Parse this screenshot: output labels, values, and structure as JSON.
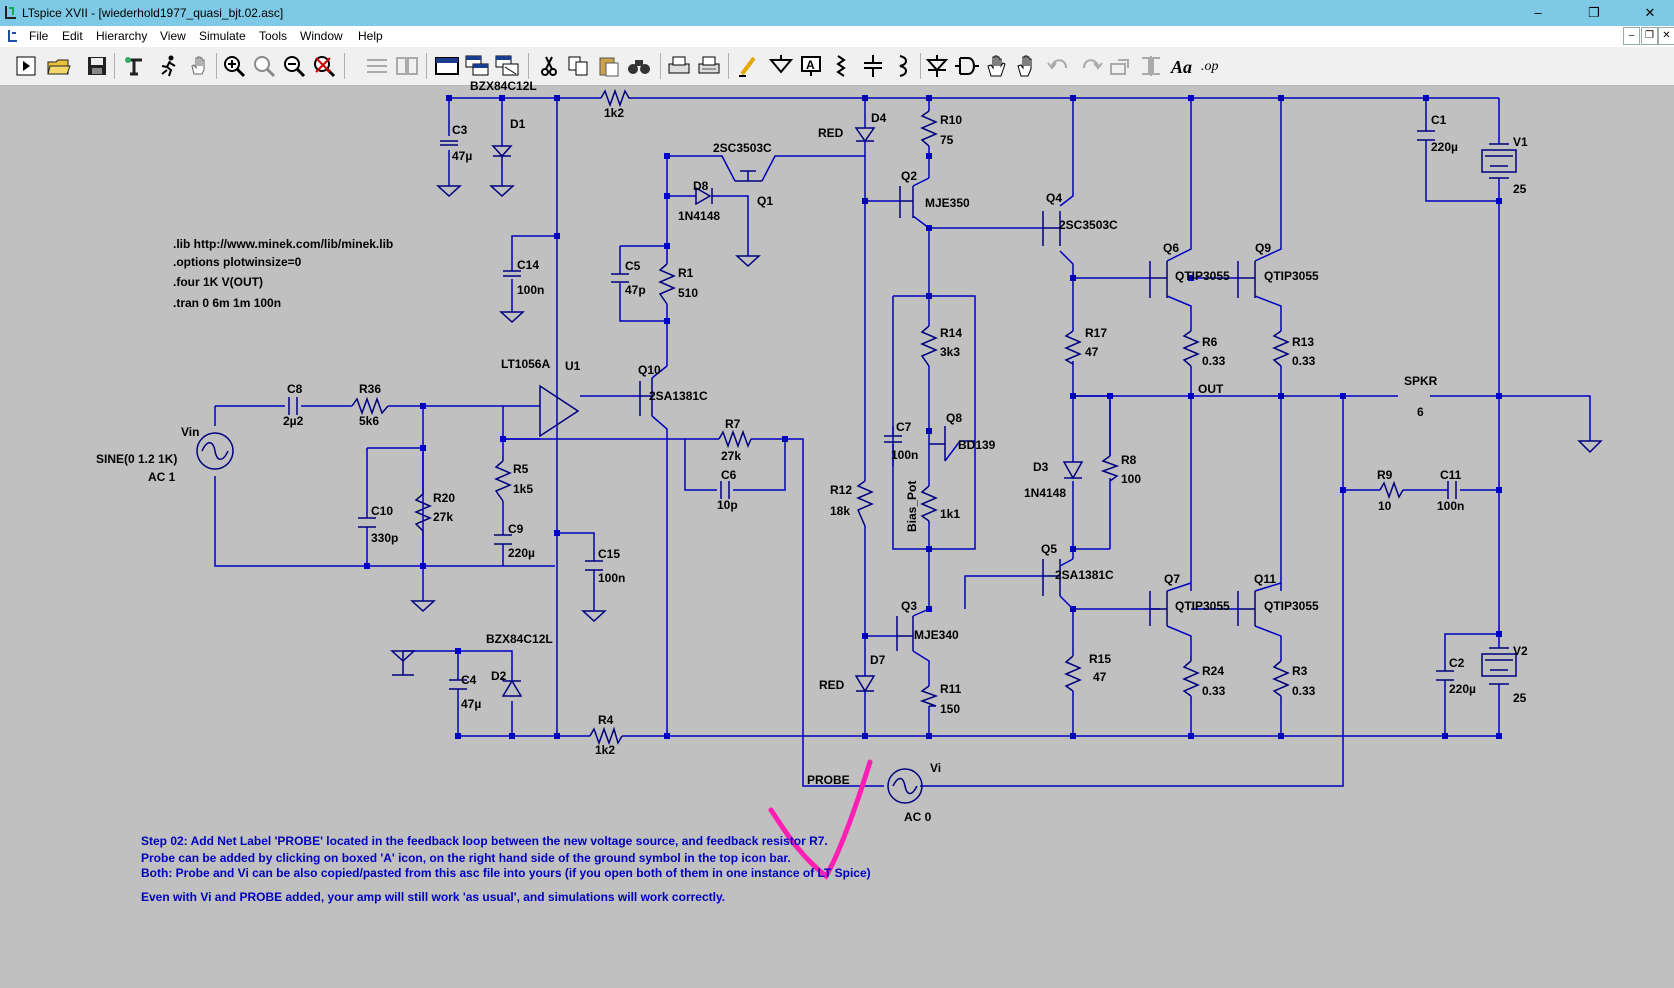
{
  "window": {
    "title": "LTspice XVII - [wiederhold1977_quasi_bjt.02.asc]",
    "minimize": "–",
    "restore": "❐",
    "close": "✕"
  },
  "menu": {
    "items": [
      "File",
      "Edit",
      "Hierarchy",
      "View",
      "Simulate",
      "Tools",
      "Window",
      "Help"
    ],
    "mdi_buttons": [
      "–",
      "❐",
      "✕"
    ]
  },
  "toolbar": {
    "buttons": [
      "run-icon",
      "open-icon",
      "save-icon",
      "control-panel-icon",
      "run-sim-icon",
      "pan-icon",
      "zoom-in-icon",
      "zoom-area-icon",
      "zoom-out-icon",
      "zoom-fit-icon",
      "tile-h-icon",
      "tile-v-icon",
      "cascade-icon",
      "close-all-icon",
      "cut-icon",
      "copy-icon",
      "paste-icon",
      "find-icon",
      "print-icon",
      "print-setup-icon",
      "draw-wire-icon",
      "ground-icon",
      "label-net-icon",
      "resistor-icon",
      "capacitor-icon",
      "inductor-icon",
      "diode-icon",
      "component-icon",
      "move-icon",
      "drag-icon",
      "undo-icon",
      "redo-icon",
      "rotate-icon",
      "mirror-icon",
      "text-icon",
      "spice-directive-icon"
    ]
  },
  "colors": {
    "canvas_bg": "#c0c0c0",
    "wire": "#0000c0",
    "component": "#000080",
    "junction": "#0000c0",
    "note_text": "#0000c0",
    "annotation": "#ff1fb4",
    "titlebar": "#7ecae6"
  },
  "directives": [
    ".lib http://www.minek.com/lib/minek.lib",
    ".options plotwinsize=0",
    ".four 1K V(OUT)",
    ".tran 0 6m 1m 100n"
  ],
  "labels": {
    "bzx_top": "BZX84C12L",
    "r_top": "1k2",
    "d4": "D4",
    "red_top": "RED",
    "r10": "R10",
    "r10v": "75",
    "c1": "C1",
    "c1v": "220µ",
    "v1": "V1",
    "v1v": "25",
    "c3": "C3",
    "c3v": "47µ",
    "d1": "D1",
    "q2m": "2SC3503C",
    "d8": "D8",
    "d8v": "1N4148",
    "q1": "Q1",
    "q2": "Q2",
    "q2v": "MJE350",
    "q4": "Q4",
    "q4v": "2SC3503C",
    "c14": "C14",
    "c14v": "100n",
    "c5": "C5",
    "c5v": "47p",
    "r1": "R1",
    "r1v": "510",
    "q6": "Q6",
    "q6v": "QTIP3055",
    "q9": "Q9",
    "q9v": "QTIP3055",
    "r14": "R14",
    "r14v": "3k3",
    "r17": "R17",
    "r17v": "47",
    "r6": "R6",
    "r6v": "0.33",
    "r13": "R13",
    "r13v": "0.33",
    "lt": "LT1056A",
    "u1": "U1",
    "q10": "Q10",
    "q10v": "2SA1381C",
    "out": "OUT",
    "spkr": "SPKR",
    "spkrv": "6",
    "c8": "C8",
    "c8v": "2µ2",
    "r36": "R36",
    "r36v": "5k6",
    "r7": "R7",
    "r7v": "27k",
    "q8": "Q8",
    "q8v": "BD139",
    "c7": "C7",
    "c7v": "100n",
    "vin": "Vin",
    "sine": "SINE(0 1.2 1K)",
    "ac1": "AC 1",
    "c6": "C6",
    "c6v": "10p",
    "d3": "D3",
    "d3v": "1N4148",
    "r8": "R8",
    "r8v": "100",
    "r5": "R5",
    "r5v": "1k5",
    "r12": "R12",
    "r12v": "18k",
    "biaspot": "Bias_Pot",
    "biasv": "1k1",
    "r9": "R9",
    "r9v": "10",
    "c11": "C11",
    "c11v": "100n",
    "c10": "C10",
    "c10v": "330p",
    "r20": "R20",
    "r20v": "27k",
    "c9": "C9",
    "c9v": "220µ",
    "q5": "Q5",
    "q5v": "2SA1381C",
    "c15": "C15",
    "c15v": "100n",
    "q3": "Q3",
    "q3v": "MJE340",
    "q7": "Q7",
    "q7v": "QTIP3055",
    "q11": "Q11",
    "q11v": "QTIP3055",
    "bzx_bot": "BZX84C12L",
    "c2": "C2",
    "c2v": "220µ",
    "v2": "V2",
    "v2v": "25",
    "r15": "R15",
    "r15v": "47",
    "c4": "C4",
    "c4v": "47µ",
    "d2": "D2",
    "d7": "D7",
    "red_bot": "RED",
    "r11": "R11",
    "r11v": "150",
    "r24": "R24",
    "r24v": "0.33",
    "r3": "R3",
    "r3v": "0.33",
    "r4": "R4",
    "r4v": "1k2",
    "probe": "PROBE",
    "vi": "Vi",
    "ac0": "AC 0"
  },
  "notes": [
    "Step 02: Add Net Label 'PROBE' located in the feedback loop between the new voltage source, and feedback resistor R7.",
    "Probe can be added by clicking on boxed 'A' icon, on the right hand side of the ground symbol in the top icon bar.",
    "Both: Probe and Vi can be also copied/pasted from this asc file into yours (if you open both of them in one instance of LT Spice)",
    "Even with Vi and PROBE added, your amp will still work 'as usual', and simulations will work correctly."
  ]
}
